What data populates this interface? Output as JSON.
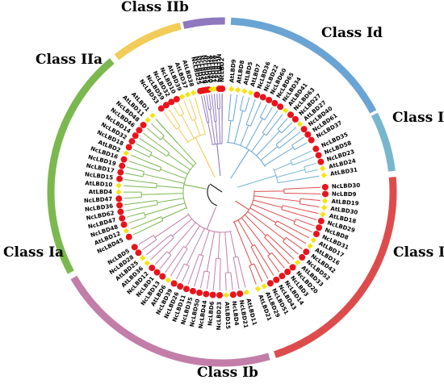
{
  "class_labels": {
    "Id": "Class Id",
    "Ie": "Class Ie",
    "Ic": "Class Ic",
    "Ib": "Class Ib",
    "Ia": "Class Ia",
    "IIa": "Class IIa",
    "IIb": "Class IIb"
  },
  "colors": {
    "Id": "#6aa4d4",
    "Ie": "#78b6cf",
    "Ic": "#dd4c4c",
    "Ib": "#c27ea8",
    "Ia": "#7bb84f",
    "IIa": "#f2cc58",
    "IIb": "#8f78bd",
    "red_marker": "#e8141b",
    "yellow_marker": "#f7e30a"
  },
  "clades": [
    {
      "id": "Id",
      "leaves": [
        {
          "name": "AtLBD9",
          "marker": "yellow"
        },
        {
          "name": "AtLBD8",
          "marker": "yellow"
        },
        {
          "name": "AtLBD5",
          "marker": "yellow"
        },
        {
          "name": "AtLBD7",
          "marker": "yellow"
        },
        {
          "name": "NcLBD36",
          "marker": "red"
        },
        {
          "name": "NcLBD22",
          "marker": "red"
        },
        {
          "name": "NcLBD60",
          "marker": "red"
        },
        {
          "name": "NcLBD65",
          "marker": "red"
        },
        {
          "name": "NcLBD34",
          "marker": "red"
        },
        {
          "name": "AtLBD41",
          "marker": "yellow"
        },
        {
          "name": "NcLBD63",
          "marker": "red"
        },
        {
          "name": "NcLBD27",
          "marker": "red"
        },
        {
          "name": "AtLBD27",
          "marker": "yellow"
        },
        {
          "name": "NcLBD40",
          "marker": "red"
        },
        {
          "name": "NcLBD61",
          "marker": "red"
        },
        {
          "name": "NcLBD37",
          "marker": "red"
        }
      ]
    },
    {
      "id": "Ie",
      "leaves": [
        {
          "name": "NcLBD35",
          "marker": "red"
        },
        {
          "name": "NcLBD58",
          "marker": "red"
        },
        {
          "name": "NcLBD23",
          "marker": "red"
        },
        {
          "name": "AtLBD24",
          "marker": "yellow"
        },
        {
          "name": "AtLBD31",
          "marker": "yellow"
        }
      ]
    },
    {
      "id": "Ic",
      "leaves": [
        {
          "name": "NcLBD30",
          "marker": "red"
        },
        {
          "name": "NcLBD9",
          "marker": "red"
        },
        {
          "name": "AtLBD19",
          "marker": "yellow"
        },
        {
          "name": "AtLBD30",
          "marker": "yellow"
        },
        {
          "name": "AtLBD18",
          "marker": "yellow"
        },
        {
          "name": "NcLBD29",
          "marker": "red"
        },
        {
          "name": "NcLBD8",
          "marker": "red"
        },
        {
          "name": "NcLBD31",
          "marker": "red"
        },
        {
          "name": "AtLBD17",
          "marker": "yellow"
        },
        {
          "name": "AtLBD16",
          "marker": "yellow"
        },
        {
          "name": "NcLBD42",
          "marker": "red"
        },
        {
          "name": "NcLBD52",
          "marker": "red"
        },
        {
          "name": "AtLBD33",
          "marker": "yellow"
        },
        {
          "name": "NcLBD20",
          "marker": "red"
        },
        {
          "name": "NcLBD3",
          "marker": "red"
        },
        {
          "name": "NcLBD14",
          "marker": "red"
        },
        {
          "name": "NcLBD43",
          "marker": "red"
        },
        {
          "name": "NcLBD51",
          "marker": "red"
        },
        {
          "name": "AtLBD29",
          "marker": "yellow"
        },
        {
          "name": "AtLBD21",
          "marker": "yellow"
        }
      ]
    },
    {
      "id": "Ib",
      "leaves": [
        {
          "name": "AtLBD11",
          "marker": "yellow"
        },
        {
          "name": "NcLBD21",
          "marker": "red"
        },
        {
          "name": "NcLBD4",
          "marker": "red"
        },
        {
          "name": "AtLBD15",
          "marker": "yellow"
        },
        {
          "name": "NcLBD23",
          "marker": "red"
        },
        {
          "name": "NcLBD6",
          "marker": "red"
        },
        {
          "name": "NcLBD44",
          "marker": "red"
        },
        {
          "name": "NcLBD50",
          "marker": "red"
        },
        {
          "name": "NcLBD35",
          "marker": "red"
        },
        {
          "name": "NcLBD11",
          "marker": "red"
        },
        {
          "name": "NcLBD26",
          "marker": "red"
        },
        {
          "name": "NcLBD39",
          "marker": "red"
        },
        {
          "name": "AtLBD6",
          "marker": "yellow"
        },
        {
          "name": "NcLBD13",
          "marker": "red"
        },
        {
          "name": "NcLBD1",
          "marker": "red"
        },
        {
          "name": "NcLBD12",
          "marker": "red"
        },
        {
          "name": "AtLBD36",
          "marker": "yellow"
        },
        {
          "name": "AtLBD25",
          "marker": "yellow"
        },
        {
          "name": "NcLBD28",
          "marker": "red"
        },
        {
          "name": "NcLBD5",
          "marker": "red"
        }
      ]
    },
    {
      "id": "Ia",
      "leaves": [
        {
          "name": "NcLBD45",
          "marker": "red"
        },
        {
          "name": "AtLBD12",
          "marker": "yellow"
        },
        {
          "name": "NcLBD48",
          "marker": "red"
        },
        {
          "name": "NcLBD47",
          "marker": "red"
        },
        {
          "name": "NcLBD62",
          "marker": "red"
        },
        {
          "name": "NcLBD36",
          "marker": "red"
        },
        {
          "name": "NcLBD47",
          "marker": "red"
        },
        {
          "name": "AtLBD4",
          "marker": "yellow"
        },
        {
          "name": "AtLBD10",
          "marker": "yellow"
        },
        {
          "name": "NcLBD15",
          "marker": "red"
        },
        {
          "name": "NcLBD17",
          "marker": "red"
        },
        {
          "name": "NcLBD19",
          "marker": "red"
        },
        {
          "name": "NcLBD16",
          "marker": "red"
        },
        {
          "name": "AtLBD2",
          "marker": "yellow"
        },
        {
          "name": "NcLBD18",
          "marker": "red"
        },
        {
          "name": "NcLBD32",
          "marker": "red"
        },
        {
          "name": "NcLBD14",
          "marker": "red"
        },
        {
          "name": "NcLBD46",
          "marker": "red"
        },
        {
          "name": "NcLBD48",
          "marker": "red"
        },
        {
          "name": "AtLBD11",
          "marker": "yellow"
        },
        {
          "name": "AtLBD1",
          "marker": "yellow"
        }
      ]
    },
    {
      "id": "IIa",
      "leaves": [
        {
          "name": "NcLBD53",
          "marker": "red"
        },
        {
          "name": "NcLBD59",
          "marker": "red"
        },
        {
          "name": "NcLBD32",
          "marker": "red"
        },
        {
          "name": "NcLBD10",
          "marker": "red"
        },
        {
          "name": "AtLBD39",
          "marker": "yellow"
        },
        {
          "name": "AtLBD37",
          "marker": "yellow"
        },
        {
          "name": "AtLBD38",
          "marker": "yellow"
        }
      ]
    },
    {
      "id": "IIb",
      "leaves": [
        {
          "name": "NcLBD25",
          "marker": "red"
        },
        {
          "name": "NcLBD57",
          "marker": "red"
        },
        {
          "name": "NcLBD39",
          "marker": "red"
        },
        {
          "name": "NcLBD55",
          "marker": "red"
        },
        {
          "name": "AtLBD40",
          "marker": "yellow"
        },
        {
          "name": "AtLBD41",
          "marker": "yellow"
        },
        {
          "name": "AtLBD42",
          "marker": "yellow"
        },
        {
          "name": "NcLBD54",
          "marker": "red"
        },
        {
          "name": "NcLBD2",
          "marker": "red"
        }
      ]
    }
  ]
}
